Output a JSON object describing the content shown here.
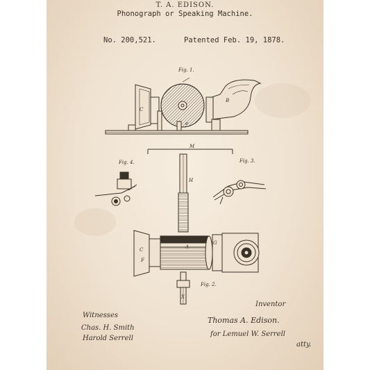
{
  "header": {
    "inventor_line": "T. A. EDISON.",
    "title": "Phonograph or Speaking Machine.",
    "patent_number": "No. 200,521.",
    "patent_date": "Patented Feb. 19, 1878."
  },
  "figures": {
    "fig1": "Fig. 1.",
    "fig2": "Fig. 2.",
    "fig3": "Fig. 3.",
    "fig4": "Fig. 4."
  },
  "part_labels": {
    "c": "C",
    "b": "B",
    "f": "F",
    "a": "A",
    "e": "e",
    "x": "X",
    "m": "M",
    "h": "H",
    "g": "G"
  },
  "footer": {
    "witnesses_label": "Witnesses",
    "witness_1": "Chas. H. Smith",
    "witness_2": "Harold Serrell",
    "inventor_label": "Inventor",
    "inventor_name": "Thomas A. Edison.",
    "attorney_line": "for Lemuel W. Serrell",
    "attorney_suffix": "atty."
  },
  "colors": {
    "ink": "#3a3128",
    "paper": "#f3e8d8"
  }
}
